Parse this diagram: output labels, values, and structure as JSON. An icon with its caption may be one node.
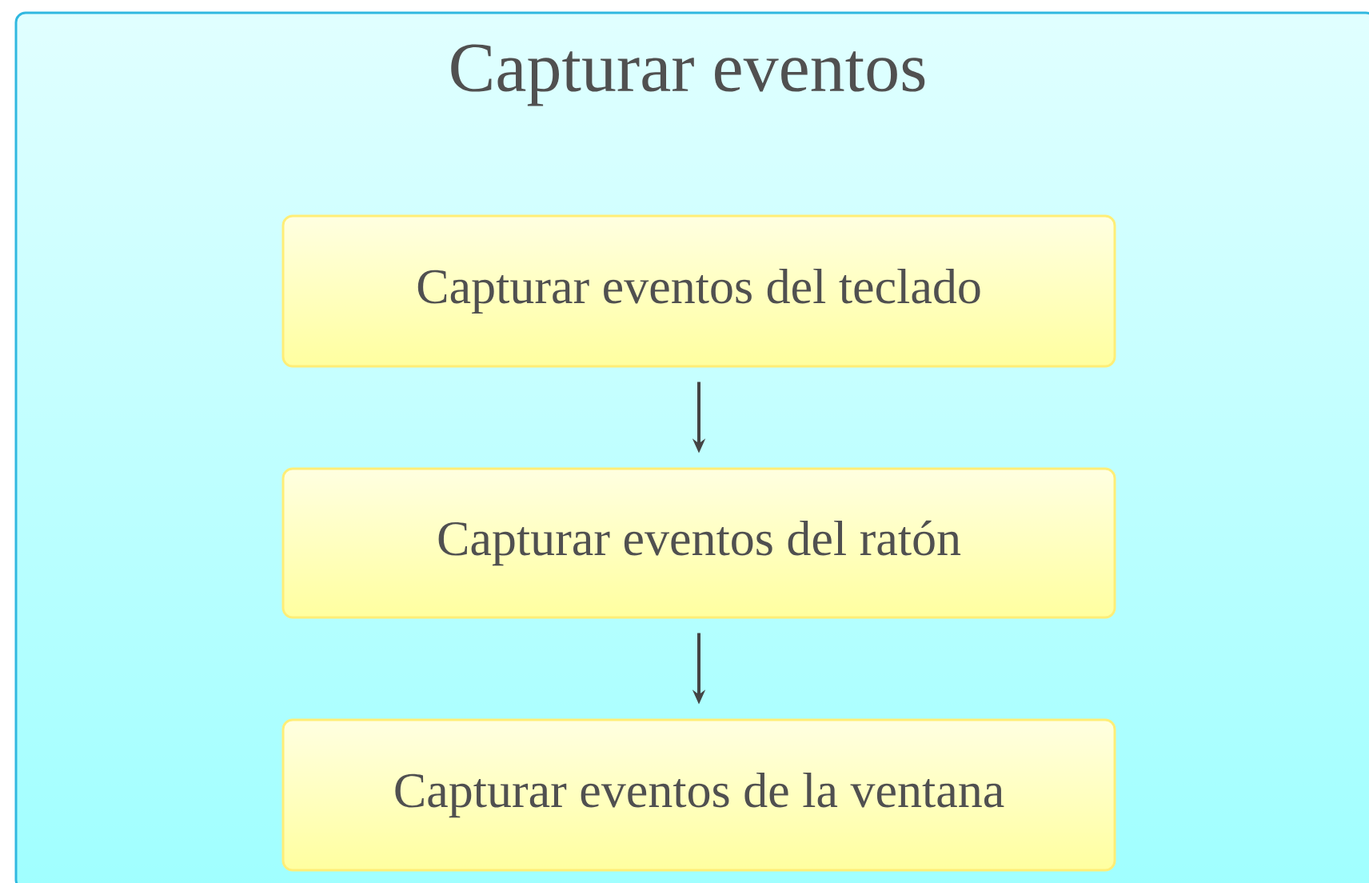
{
  "diagram": {
    "nodes": [
      {
        "text": [
          "Capturar eventos"
        ]
      },
      {
        "text": [
          "Capturar eventos del teclado"
        ],
        "in": 0
      },
      {
        "text": [
          "Capturar eventos del ratón"
        ],
        "in": 0
      },
      {
        "text": [
          "Capturar eventos de la ventana"
        ],
        "in": 0
      }
    ],
    "edges": [
      {
        "from": 1,
        "to": 2,
        "arrow": "to"
      },
      {
        "from": 2,
        "to": 3,
        "arrow": "to"
      }
    ]
  }
}
